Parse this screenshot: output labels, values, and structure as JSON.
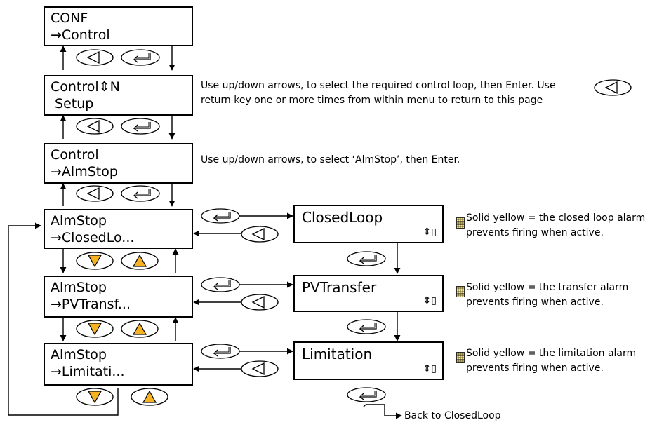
{
  "screens": {
    "conf": {
      "line1": "CONF",
      "line2": "→Control"
    },
    "control_n": {
      "line1": "Control⇕N",
      "line2": " Setup"
    },
    "control": {
      "line1": "Control",
      "line2": "→AlmStop"
    },
    "alm_closed": {
      "line1": "AlmStop",
      "line2": "→ClosedLo..."
    },
    "alm_pv": {
      "line1": "AlmStop",
      "line2": "→PVTransf..."
    },
    "alm_limit": {
      "line1": "AlmStop",
      "line2": "→Limitati..."
    },
    "closed_loop": {
      "title": "ClosedLoop",
      "updown": "⇕▯"
    },
    "pv_transfer": {
      "title": "PVTransfer",
      "updown": "⇕▯"
    },
    "limitation": {
      "title": "Limitation",
      "updown": "⇕▯"
    }
  },
  "notes": {
    "loop_line1": "Use up/down arrows, to select the required control loop, then Enter.  Use",
    "loop_line2": "return key one or more times from within menu to return to this page",
    "almstop": "Use up/down arrows, to select ‘AlmStop’, then Enter.",
    "closed_1": "Solid yellow = the closed loop alarm",
    "closed_2": "prevents firing when active.",
    "transfer_1": "Solid yellow = the transfer alarm",
    "transfer_2": "prevents firing when active.",
    "limit_1": "Solid yellow = the limitation alarm",
    "limit_2": "prevents firing when active.",
    "back": "Back to ClosedLoop"
  },
  "colors": {
    "button_yellow": "#f6b221",
    "indicator_yellow": "#f5e27a",
    "line": "#000000"
  },
  "icons": {
    "back": "back-button-icon",
    "enter": "enter-button-icon",
    "down": "down-button-icon",
    "up": "up-button-icon",
    "indicator": "yellow-grid-indicator-icon"
  }
}
